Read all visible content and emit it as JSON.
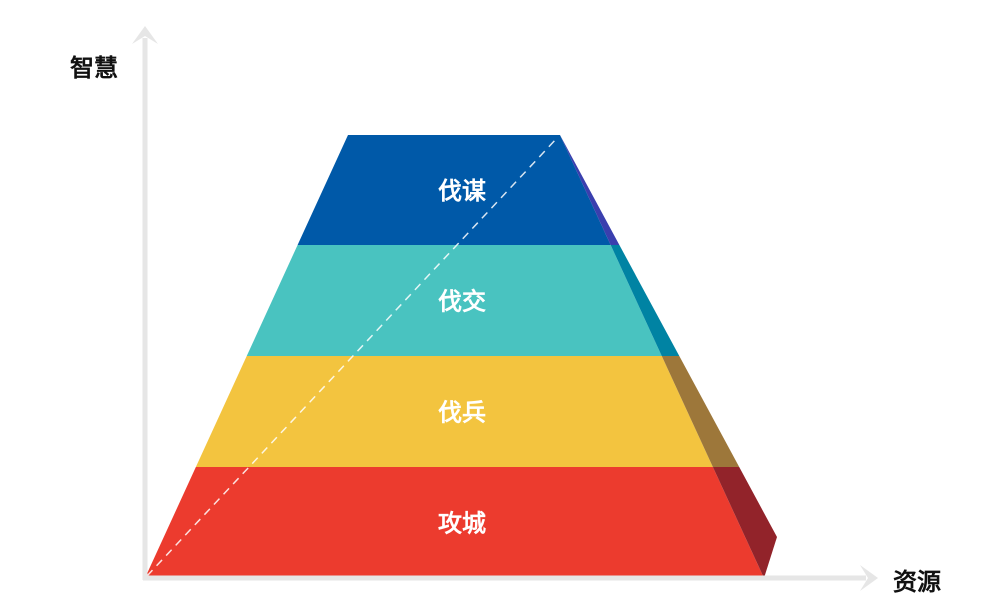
{
  "axes": {
    "y_label": "智慧",
    "x_label": "资源"
  },
  "levels": [
    {
      "label": "伐谋",
      "color": "#0059a8",
      "side_color": "#3a3fae"
    },
    {
      "label": "伐交",
      "color": "#49c3c0",
      "side_color": "#0083a3"
    },
    {
      "label": "伐兵",
      "color": "#f3c43f",
      "side_color": "#9d773a"
    },
    {
      "label": "攻城",
      "color": "#ec3b2e",
      "side_color": "#92232a"
    }
  ],
  "axis_color": "#e6e6e6"
}
